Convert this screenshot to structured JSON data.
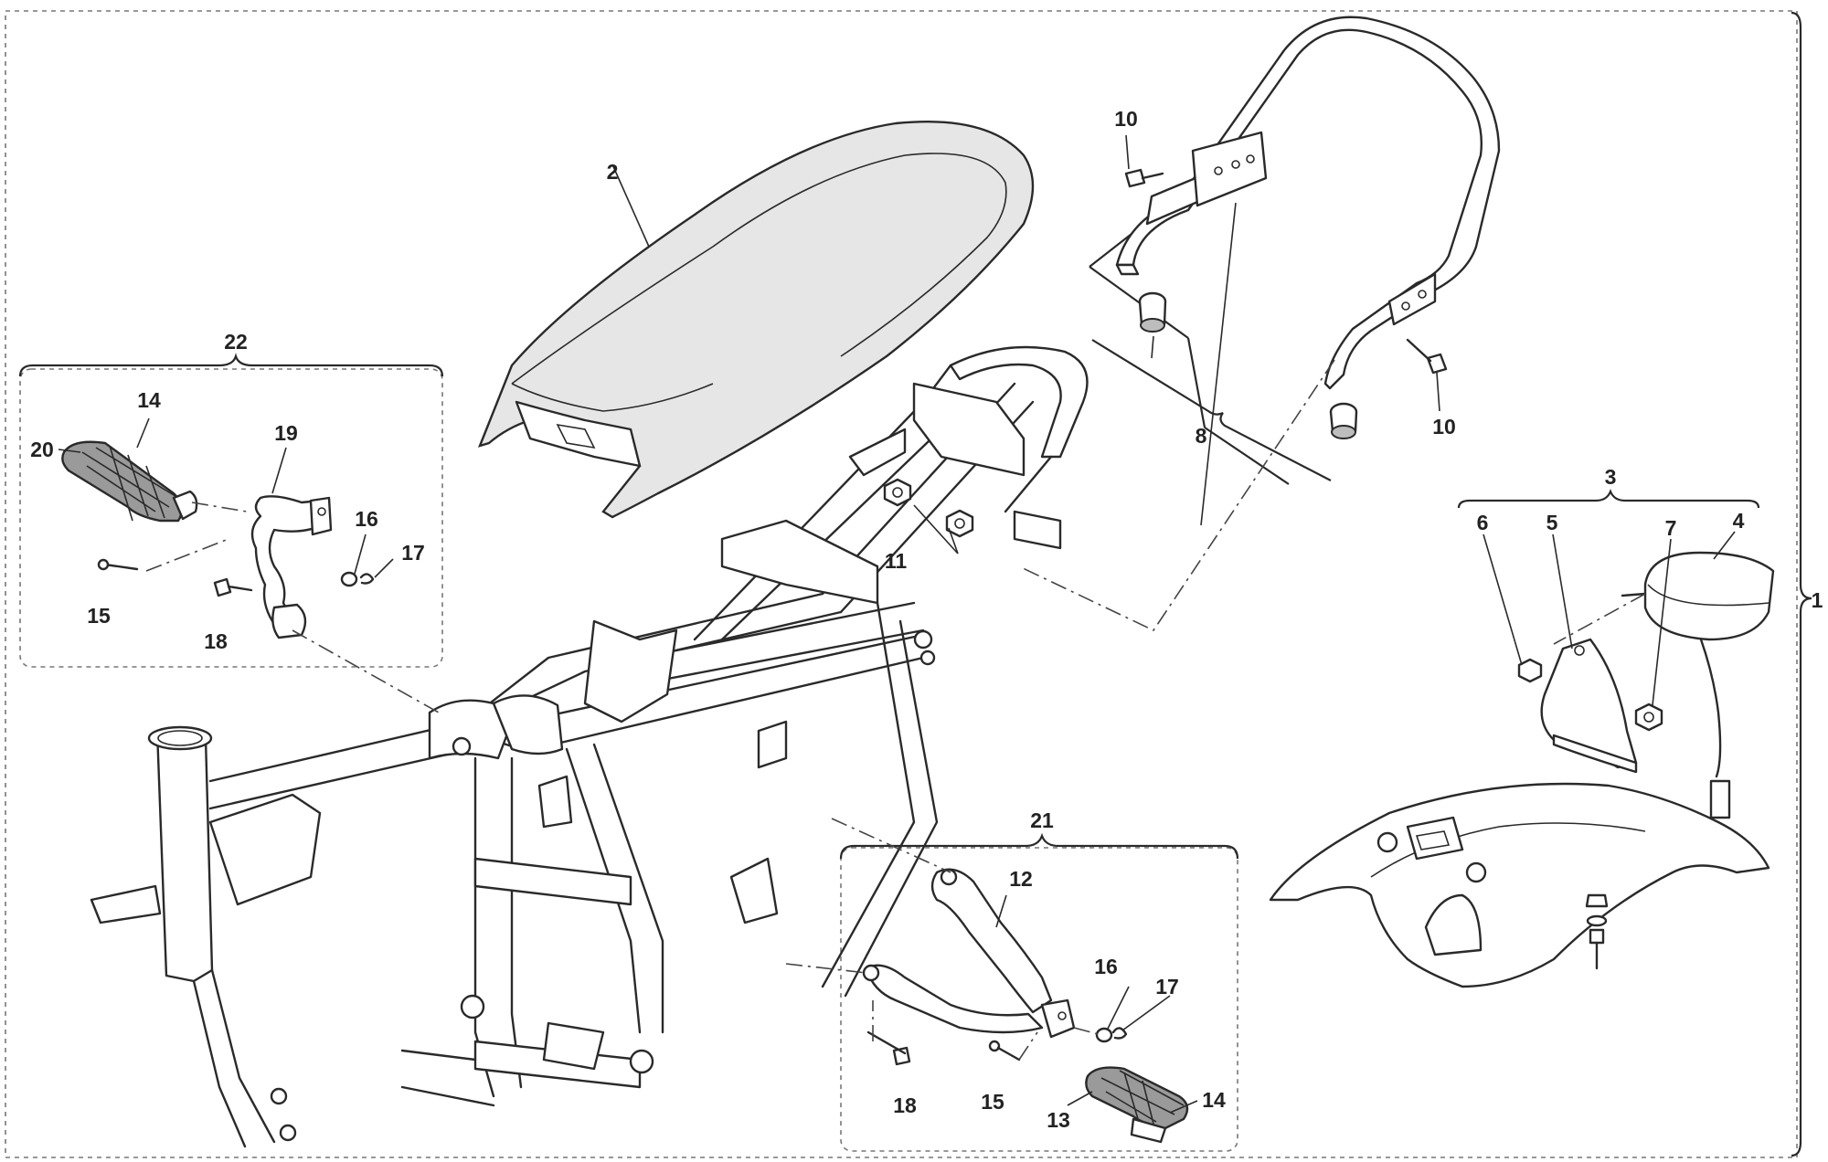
{
  "callouts": {
    "c1": "1",
    "c2": "2",
    "c3": "3",
    "c4": "4",
    "c5": "5",
    "c6": "6",
    "c7": "7",
    "c8": "8",
    "c10a": "10",
    "c10b": "10",
    "c11": "11",
    "c12": "12",
    "c13": "13",
    "c14a": "14",
    "c14b": "14",
    "c15a": "15",
    "c15b": "15",
    "c16a": "16",
    "c16b": "16",
    "c17a": "17",
    "c17b": "17",
    "c18a": "18",
    "c18b": "18",
    "c19": "19",
    "c20": "20",
    "c21": "21",
    "c22": "22"
  },
  "colors": {
    "line": "#2a2a2a",
    "seat_fill": "#e6e6e6",
    "footpeg_fill": "#9a9a9a",
    "box": "#777777"
  }
}
